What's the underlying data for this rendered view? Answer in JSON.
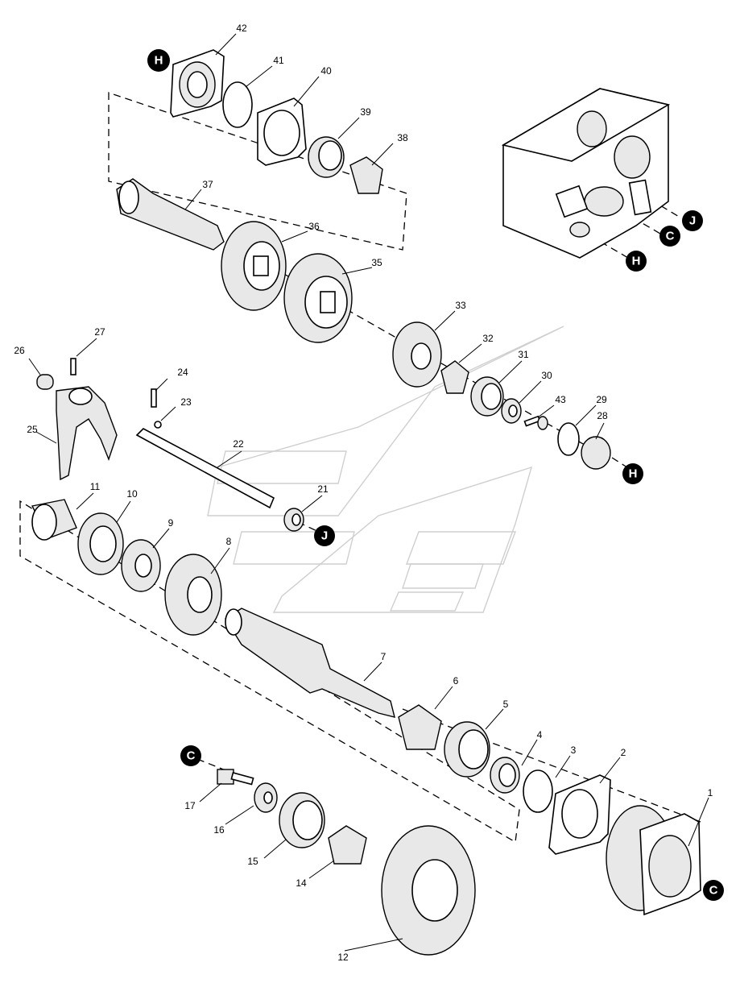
{
  "parts": [
    {
      "id": "p1",
      "label": "1"
    },
    {
      "id": "p2",
      "label": "2"
    },
    {
      "id": "p3",
      "label": "3"
    },
    {
      "id": "p4",
      "label": "4"
    },
    {
      "id": "p5",
      "label": "5"
    },
    {
      "id": "p6",
      "label": "6"
    },
    {
      "id": "p7",
      "label": "7"
    },
    {
      "id": "p8",
      "label": "8"
    },
    {
      "id": "p9",
      "label": "9"
    },
    {
      "id": "p10",
      "label": "10"
    },
    {
      "id": "p11",
      "label": "11"
    },
    {
      "id": "p12",
      "label": "12"
    },
    {
      "id": "p14",
      "label": "14"
    },
    {
      "id": "p15",
      "label": "15"
    },
    {
      "id": "p16",
      "label": "16"
    },
    {
      "id": "p17",
      "label": "17"
    },
    {
      "id": "p21",
      "label": "21"
    },
    {
      "id": "p22",
      "label": "22"
    },
    {
      "id": "p23",
      "label": "23"
    },
    {
      "id": "p24",
      "label": "24"
    },
    {
      "id": "p25",
      "label": "25"
    },
    {
      "id": "p26",
      "label": "26"
    },
    {
      "id": "p27",
      "label": "27"
    },
    {
      "id": "p28",
      "label": "28"
    },
    {
      "id": "p29",
      "label": "29"
    },
    {
      "id": "p30",
      "label": "30"
    },
    {
      "id": "p31",
      "label": "31"
    },
    {
      "id": "p32",
      "label": "32"
    },
    {
      "id": "p33",
      "label": "33"
    },
    {
      "id": "p35",
      "label": "35"
    },
    {
      "id": "p36",
      "label": "36"
    },
    {
      "id": "p37",
      "label": "37"
    },
    {
      "id": "p38",
      "label": "38"
    },
    {
      "id": "p39",
      "label": "39"
    },
    {
      "id": "p40",
      "label": "40"
    },
    {
      "id": "p41",
      "label": "41"
    },
    {
      "id": "p42",
      "label": "42"
    },
    {
      "id": "p43",
      "label": "43"
    }
  ],
  "references": [
    {
      "id": "ref-h-top",
      "letter": "H"
    },
    {
      "id": "ref-j-case",
      "letter": "J"
    },
    {
      "id": "ref-c-case",
      "letter": "C"
    },
    {
      "id": "ref-h-case",
      "letter": "H"
    },
    {
      "id": "ref-h-right",
      "letter": "H"
    },
    {
      "id": "ref-j-mid",
      "letter": "J"
    },
    {
      "id": "ref-c-left",
      "letter": "C"
    },
    {
      "id": "ref-c-right",
      "letter": "C"
    }
  ]
}
